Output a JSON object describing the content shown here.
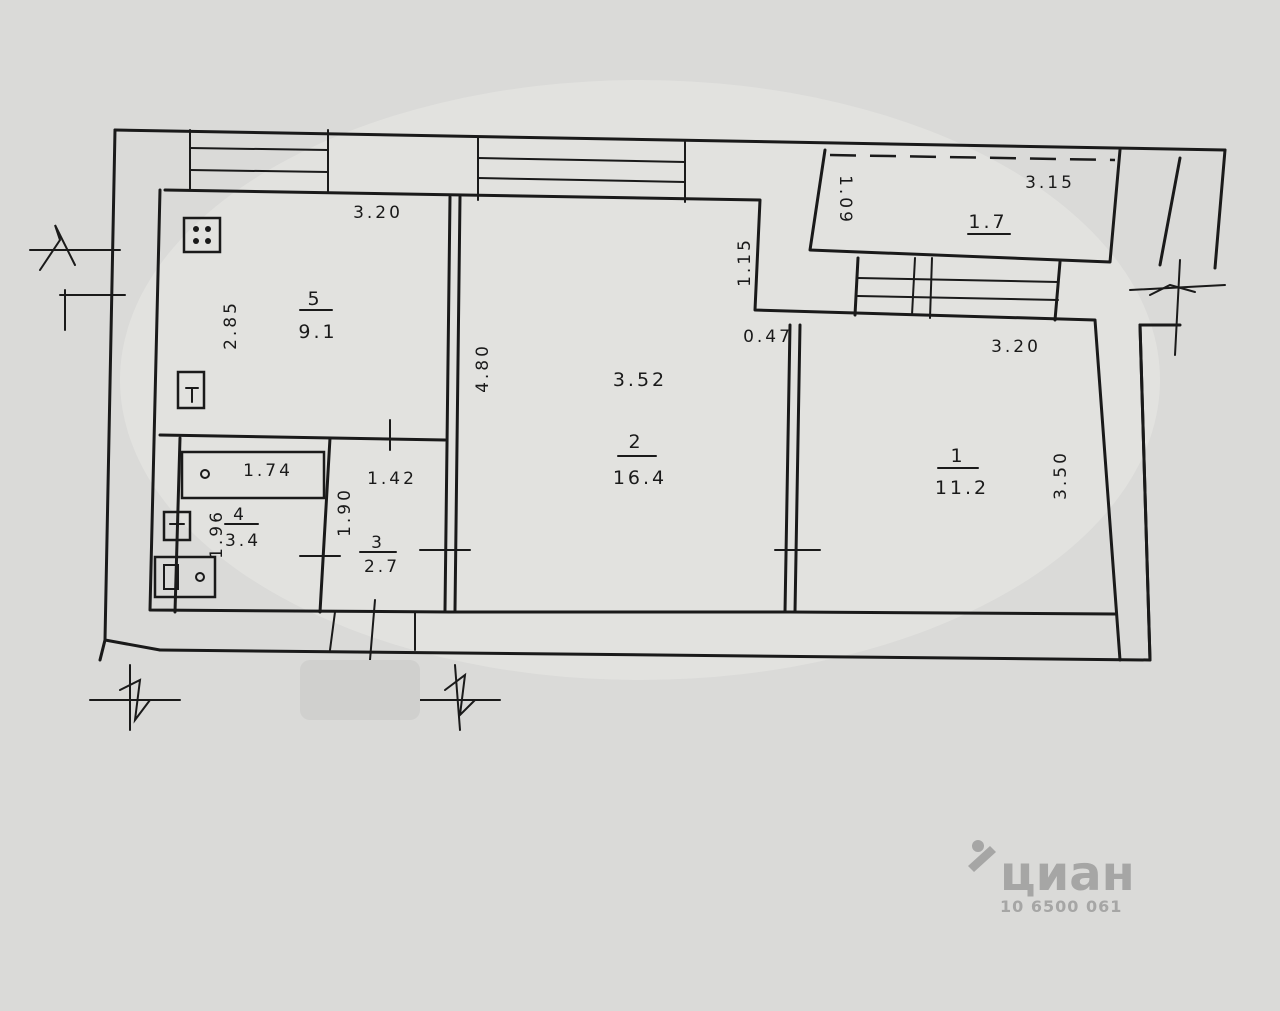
{
  "rooms": [
    {
      "number": "5",
      "area": "9.1"
    },
    {
      "number": "2",
      "area": "16.4"
    },
    {
      "number": "1",
      "area": "11.2"
    },
    {
      "number": "3",
      "area": "2.7"
    },
    {
      "number": "4",
      "area": "3.4"
    },
    {
      "number": "",
      "area": "1.7"
    }
  ],
  "dimensions": {
    "kitchen_width": "3.20",
    "kitchen_depth": "2.85",
    "hall_length": "4.80",
    "living_width": "3.52",
    "niche_depth": "1.15",
    "niche_offset": "0.47",
    "bedroom_width": "3.20",
    "bedroom_depth": "3.50",
    "balcony_width": "3.15",
    "balcony_depth": "1.09",
    "bath_length": "1.74",
    "bath_depth": "1.96",
    "wc_width": "1.42",
    "wc_depth": "1.90"
  },
  "watermark": {
    "brand": "циан",
    "id": "10 6500 061"
  }
}
